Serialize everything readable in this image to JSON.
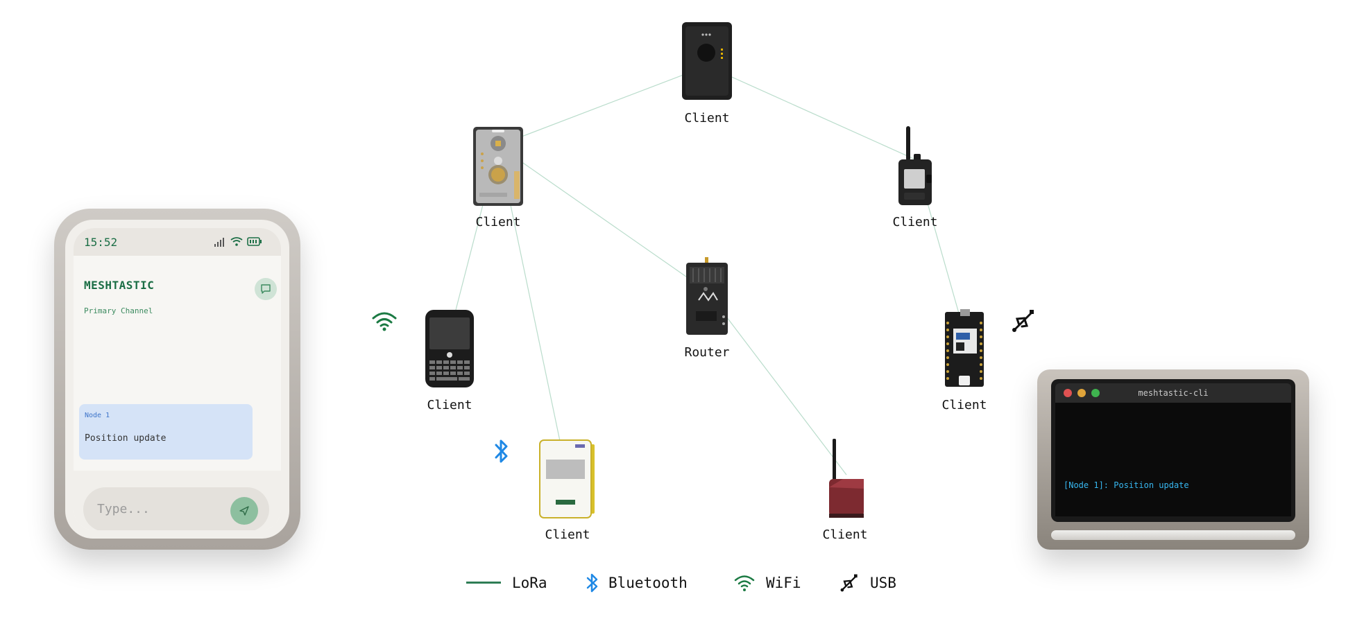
{
  "colors": {
    "lora": "#2e7d55",
    "link": "#b9dccb",
    "bluetooth": "#1e88e5",
    "wifi": "#1b7a43",
    "usb": "#111111"
  },
  "nodes": [
    {
      "id": "top",
      "label": "Client",
      "device": "black-tracker"
    },
    {
      "id": "left",
      "label": "Client",
      "device": "gray-board"
    },
    {
      "id": "right",
      "label": "Client",
      "device": "radio-handheld"
    },
    {
      "id": "router",
      "label": "Router",
      "device": "station-box"
    },
    {
      "id": "qwerty",
      "label": "Client",
      "device": "keyboard-device"
    },
    {
      "id": "card",
      "label": "Client",
      "device": "yellow-card"
    },
    {
      "id": "red",
      "label": "Client",
      "device": "red-antenna-box"
    },
    {
      "id": "rak",
      "label": "Client",
      "device": "rak-board"
    }
  ],
  "links": [
    [
      "top",
      "left"
    ],
    [
      "top",
      "right"
    ],
    [
      "left",
      "router"
    ],
    [
      "left",
      "qwerty"
    ],
    [
      "left",
      "card"
    ],
    [
      "router",
      "red"
    ],
    [
      "right",
      "rak"
    ]
  ],
  "icons": {
    "wifi_node": "wifi-icon",
    "bluetooth_node": "bluetooth-icon",
    "usb_node": "usb-icon"
  },
  "phone": {
    "time": "15:52",
    "app_title": "MESHTASTIC",
    "channel": "Primary Channel",
    "message": {
      "from": "Node 1",
      "text": "Position update"
    },
    "input_placeholder": "Type..."
  },
  "laptop": {
    "title": "meshtastic-cli",
    "line": "[Node 1]: Position update"
  },
  "legend": [
    {
      "label": "LoRa",
      "icon": "line"
    },
    {
      "label": "Bluetooth",
      "icon": "bluetooth-icon"
    },
    {
      "label": "WiFi",
      "icon": "wifi-icon"
    },
    {
      "label": "USB",
      "icon": "usb-icon"
    }
  ]
}
